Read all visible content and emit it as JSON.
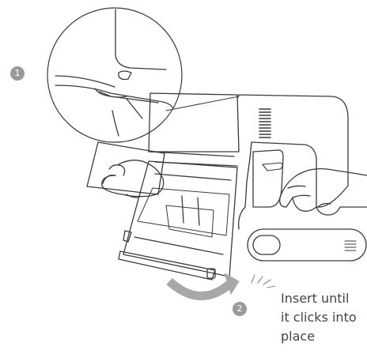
{
  "steps": [
    {
      "number": "1"
    },
    {
      "number": "2"
    }
  ],
  "caption": "Insert until\nit clicks into\nplace",
  "colors": {
    "line": "#3a3a3a",
    "step_badge": "#9a9a9a",
    "arrow": "#a8a8a8"
  },
  "icons": [
    "magnified-detail-circle",
    "curved-rotation-arrow",
    "click-sound-marks"
  ]
}
